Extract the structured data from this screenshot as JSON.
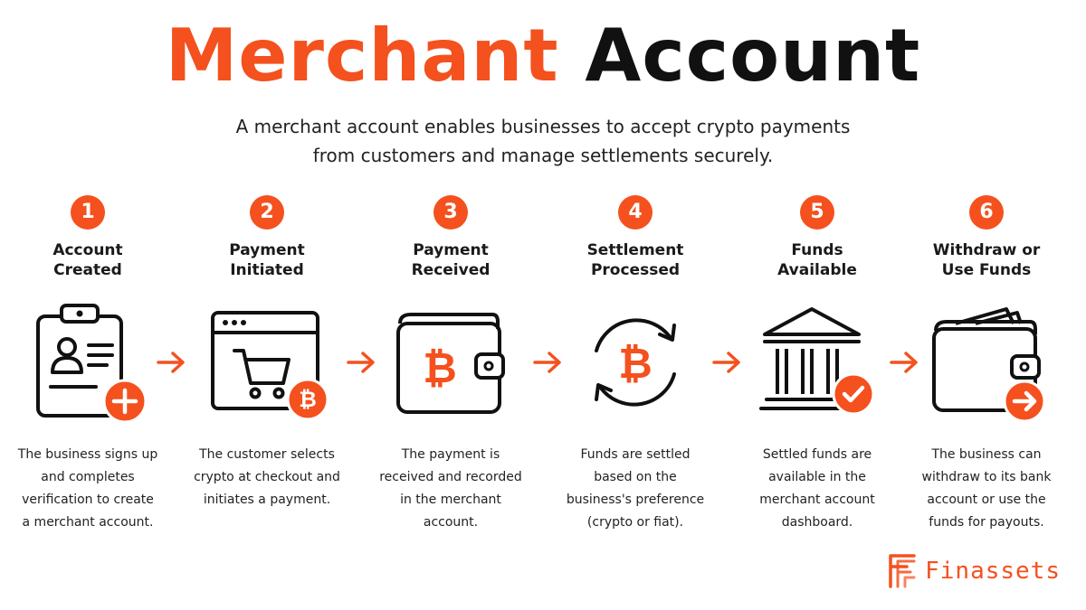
{
  "header": {
    "title_part1": "Merchant",
    "title_part2": "Account",
    "subtitle_line1": "A merchant account enables businesses to accept crypto payments",
    "subtitle_line2": "from customers and manage settlements securely."
  },
  "steps": [
    {
      "number": "1",
      "title_line1": "Account",
      "title_line2": "Created",
      "icon": "clipboard-plus-icon",
      "desc_lines": [
        "The business signs up",
        "and completes",
        "verification to create",
        "a merchant account."
      ]
    },
    {
      "number": "2",
      "title_line1": "Payment",
      "title_line2": "Initiated",
      "icon": "browser-cart-bitcoin-icon",
      "desc_lines": [
        "The customer selects",
        "crypto at checkout and",
        "initiates a payment."
      ]
    },
    {
      "number": "3",
      "title_line1": "Payment",
      "title_line2": "Received",
      "icon": "wallet-bitcoin-icon",
      "desc_lines": [
        "The payment is",
        "received and recorded",
        "in the merchant",
        "account."
      ]
    },
    {
      "number": "4",
      "title_line1": "Settlement",
      "title_line2": "Processed",
      "icon": "bitcoin-cycle-icon",
      "desc_lines": [
        "Funds are settled",
        "based on the",
        "business's preference",
        "(crypto or fiat)."
      ]
    },
    {
      "number": "5",
      "title_line1": "Funds",
      "title_line2": "Available",
      "icon": "bank-check-icon",
      "desc_lines": [
        "Settled funds are",
        "available in the",
        "merchant account",
        "dashboard."
      ]
    },
    {
      "number": "6",
      "title_line1": "Withdraw or",
      "title_line2": "Use Funds",
      "icon": "wallet-arrow-icon",
      "desc_lines": [
        "The business can",
        "withdraw to its bank",
        "account or use the",
        "funds for payouts."
      ]
    }
  ],
  "brand": {
    "name": "Finassets",
    "accent_color": "#f4511e",
    "dark_color": "#111111"
  }
}
